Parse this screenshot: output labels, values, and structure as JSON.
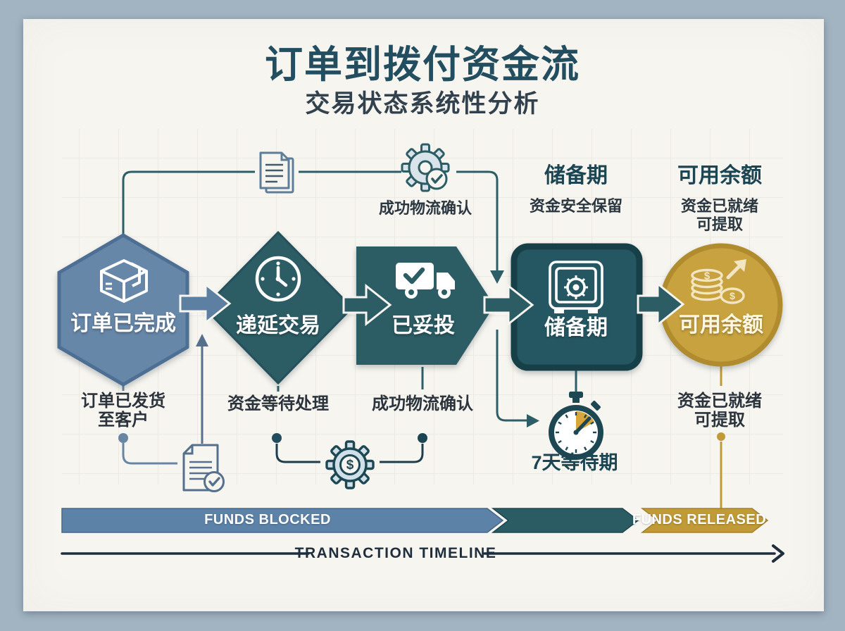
{
  "title": "订单到拨付资金流",
  "subtitle": "交易状态系统性分析",
  "flow": {
    "top_note": "成功物流确认",
    "reserve_header": {
      "title": "储备期",
      "note": "资金安全保留"
    },
    "available_header": {
      "title": "可用余额",
      "note_line1": "资金已就绪",
      "note_line2": "可提取"
    },
    "stages": [
      {
        "label": "订单已完成",
        "note_line1": "订单已发货",
        "note_line2": "至客户",
        "icon": "package-icon",
        "shape": "hexagon"
      },
      {
        "label": "递延交易",
        "note_line1": "资金等待处理",
        "icon": "clock-icon",
        "shape": "diamond"
      },
      {
        "label": "已妥投",
        "note_line1": "成功物流确认",
        "icon": "truck-check-icon",
        "shape": "arrow-chevron"
      },
      {
        "label": "储备期",
        "icon": "vault-icon",
        "shape": "rounded-square"
      },
      {
        "label": "可用余额",
        "note_line1": "资金已就绪",
        "note_line2": "可提取",
        "icon": "coins-growth-icon",
        "shape": "circle"
      }
    ],
    "waiting_note": "7天等待期"
  },
  "icons_glyphs": {
    "dollar": "$"
  },
  "timeline": {
    "blocked_label": "FUNDS BLOCKED",
    "released_label": "FUNDS RELEASED",
    "axis_label": "TRANSACTION TIMELINE"
  },
  "colors": {
    "background": "#a2b4c2",
    "paper": "#f7f5f0",
    "teal_dark": "#2c5c64",
    "teal_box_border": "#173f48",
    "blue_gray": "#5d82a8",
    "gold": "#c7a23f",
    "gold_bar": "#c09a36",
    "title_text": "#224e5f",
    "dark_text": "#2b333c"
  }
}
